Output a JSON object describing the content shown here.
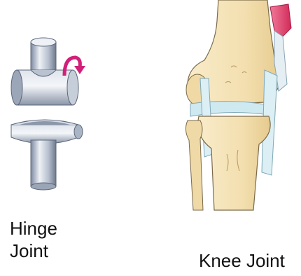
{
  "captions": {
    "hinge_line1": "Hinge",
    "hinge_line2": "Joint",
    "knee": "Knee Joint"
  },
  "icons": {
    "hinge": "hinge-joint-illustration",
    "rotation": "curved-arrow-icon",
    "knee": "knee-joint-illustration"
  },
  "colors": {
    "metal_light": "#e8ecf2",
    "metal_mid": "#a9b4c4",
    "metal_dark": "#6e7a8c",
    "arrow": "#d0207a",
    "bone": "#f4e2b8",
    "bone_shade": "#e2c98e",
    "cartilage": "#cfe9f0",
    "muscle": "#e8426e",
    "outline": "#7a6a4a"
  }
}
